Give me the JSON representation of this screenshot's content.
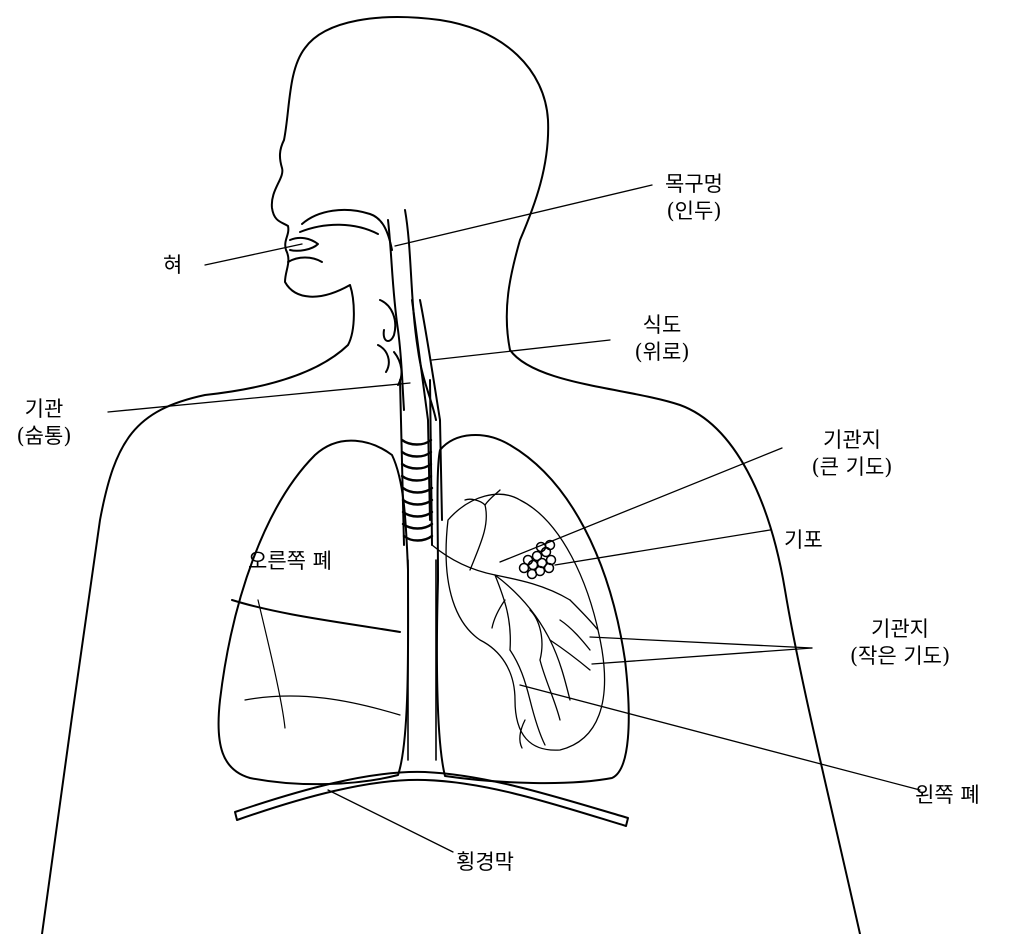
{
  "labels": {
    "tongue": "혀",
    "pharynx": {
      "line1": "목구멍",
      "line2": "(인두)"
    },
    "esophagus": {
      "line1": "식도",
      "line2": "(위로)"
    },
    "trachea": {
      "line1": "기관",
      "line2": "(숨통)"
    },
    "bronchus": {
      "line1": "기관지",
      "line2": "(큰 기도)"
    },
    "alveoli": "기포",
    "bronchioles": {
      "line1": "기관지",
      "line2": "(작은 기도)"
    },
    "right_lung": "오른쪽 폐",
    "left_lung": "왼쪽 폐",
    "diaphragm": "횡경막"
  },
  "colors": {
    "ink": "#000000",
    "background": "#ffffff"
  }
}
